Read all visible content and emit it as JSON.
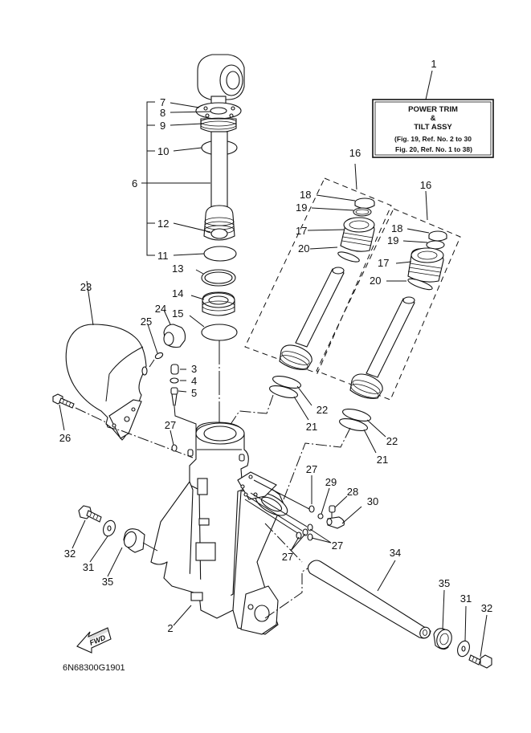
{
  "diagram": {
    "title_box": {
      "ref": "1",
      "line1": "POWER TRIM",
      "line2": "&",
      "line3": "TILT ASSY",
      "ref_line1": "(Fig. 19, Ref. No. 2 to 30",
      "ref_line2": "Fig. 20, Ref. No. 1 to 38)"
    },
    "callouts": [
      {
        "id": "c2",
        "text": "2"
      },
      {
        "id": "c3",
        "text": "3"
      },
      {
        "id": "c4",
        "text": "4"
      },
      {
        "id": "c5",
        "text": "5"
      },
      {
        "id": "c6",
        "text": "6"
      },
      {
        "id": "c7",
        "text": "7"
      },
      {
        "id": "c8",
        "text": "8"
      },
      {
        "id": "c9",
        "text": "9"
      },
      {
        "id": "c10",
        "text": "10"
      },
      {
        "id": "c11",
        "text": "11"
      },
      {
        "id": "c12",
        "text": "12"
      },
      {
        "id": "c13",
        "text": "13"
      },
      {
        "id": "c14",
        "text": "14"
      },
      {
        "id": "c15",
        "text": "15"
      },
      {
        "id": "c16a",
        "text": "16"
      },
      {
        "id": "c16b",
        "text": "16"
      },
      {
        "id": "c17a",
        "text": "17"
      },
      {
        "id": "c17b",
        "text": "17"
      },
      {
        "id": "c18a",
        "text": "18"
      },
      {
        "id": "c18b",
        "text": "18"
      },
      {
        "id": "c19a",
        "text": "19"
      },
      {
        "id": "c19b",
        "text": "19"
      },
      {
        "id": "c20a",
        "text": "20"
      },
      {
        "id": "c20b",
        "text": "20"
      },
      {
        "id": "c21a",
        "text": "21"
      },
      {
        "id": "c21b",
        "text": "21"
      },
      {
        "id": "c22a",
        "text": "22"
      },
      {
        "id": "c22b",
        "text": "22"
      },
      {
        "id": "c23",
        "text": "23"
      },
      {
        "id": "c24",
        "text": "24"
      },
      {
        "id": "c25",
        "text": "25"
      },
      {
        "id": "c26",
        "text": "26"
      },
      {
        "id": "c27a",
        "text": "27"
      },
      {
        "id": "c27b",
        "text": "27"
      },
      {
        "id": "c27c",
        "text": "27"
      },
      {
        "id": "c27d",
        "text": "27"
      },
      {
        "id": "c28",
        "text": "28"
      },
      {
        "id": "c29",
        "text": "29"
      },
      {
        "id": "c30",
        "text": "30"
      },
      {
        "id": "c31a",
        "text": "31"
      },
      {
        "id": "c31b",
        "text": "31"
      },
      {
        "id": "c32a",
        "text": "32"
      },
      {
        "id": "c32b",
        "text": "32"
      },
      {
        "id": "c34",
        "text": "34"
      },
      {
        "id": "c35a",
        "text": "35"
      },
      {
        "id": "c35b",
        "text": "35"
      }
    ],
    "fwd_label": "FWD",
    "drawing_code": "6N68300G1901"
  }
}
